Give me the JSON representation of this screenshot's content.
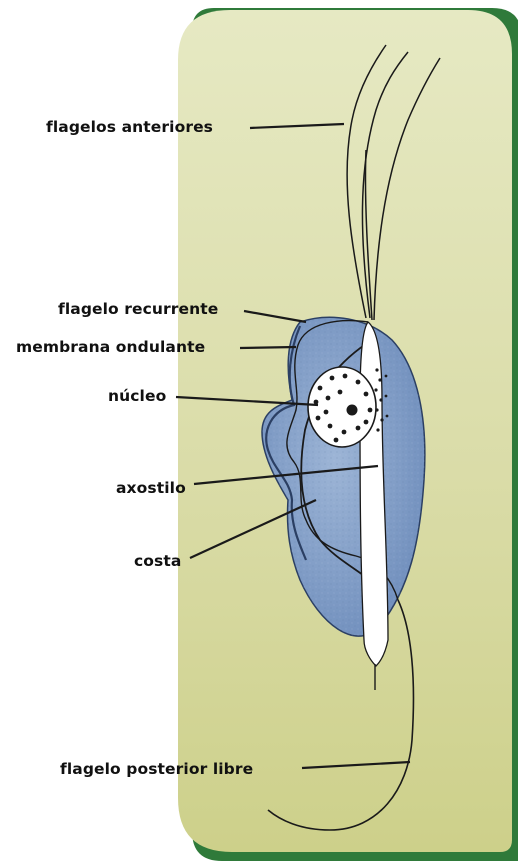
{
  "labels": {
    "flagelos_anteriores": "flagelos  anteriores",
    "flagelo_recurrente": "flagelo recurrente",
    "membrana_ondulante": "membrana ondulante",
    "nucleo": "núcleo",
    "axostilo": "axostilo",
    "costa": "costa",
    "flagelo_posterior_libre": "flagelo posterior libre"
  },
  "colors": {
    "panel_top": "#e4e7bd",
    "panel_bottom": "#cfd28d",
    "panel_shadow": "#2f7a3a",
    "cell_body": "#7e9cc6",
    "cell_outline": "#2b3f63",
    "axostyle": "#ffffff",
    "nucleus": "#ffffff",
    "line": "#1a1a1a"
  }
}
